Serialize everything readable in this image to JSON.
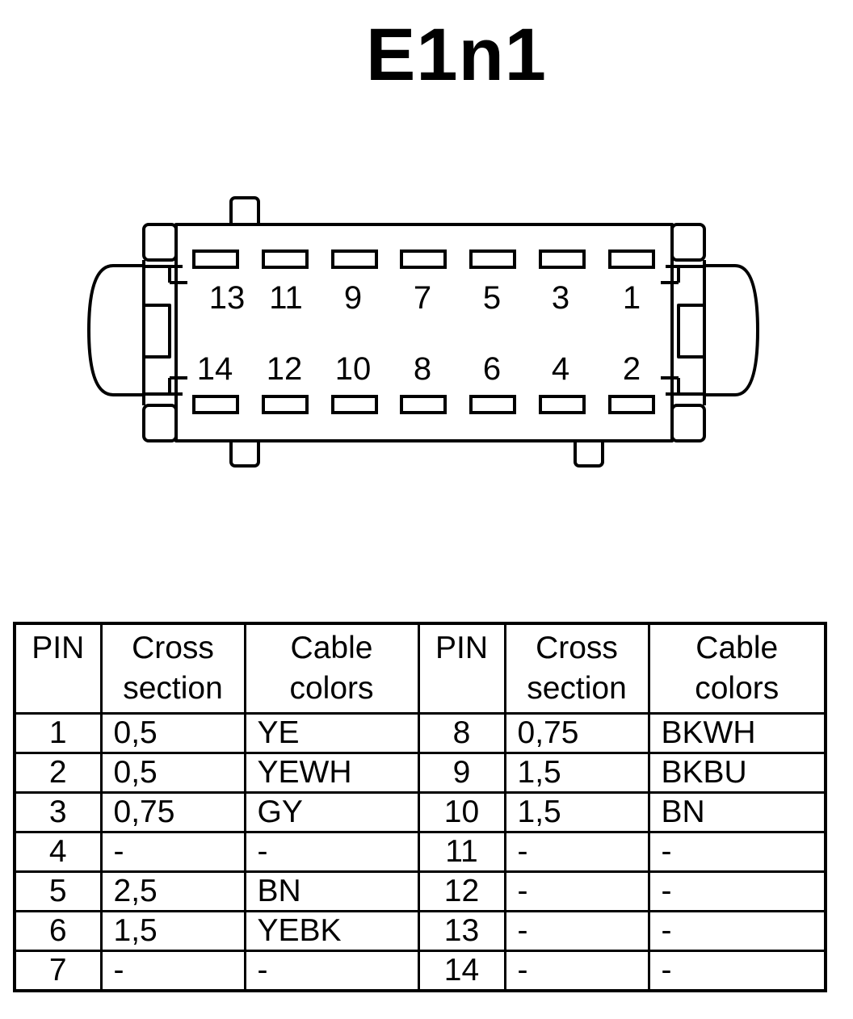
{
  "title": "E1n1",
  "connector": {
    "top_row_pins": [
      "13",
      "11",
      "9",
      "7",
      "5",
      "3",
      "1"
    ],
    "bottom_row_pins": [
      "14",
      "12",
      "10",
      "8",
      "6",
      "4",
      "2"
    ]
  },
  "table": {
    "headers": [
      [
        "PIN"
      ],
      [
        "Cross",
        "section"
      ],
      [
        "Cable",
        "colors"
      ],
      [
        "PIN"
      ],
      [
        "Cross",
        "section"
      ],
      [
        "Cable",
        "colors"
      ]
    ],
    "rows": [
      [
        "1",
        "0,5",
        "YE",
        "8",
        "0,75",
        "BKWH"
      ],
      [
        "2",
        "0,5",
        "YEWH",
        "9",
        "1,5",
        "BKBU"
      ],
      [
        "3",
        "0,75",
        "GY",
        "10",
        "1,5",
        "BN"
      ],
      [
        "4",
        "-",
        "-",
        "11",
        "-",
        "-"
      ],
      [
        "5",
        "2,5",
        "BN",
        "12",
        "-",
        "-"
      ],
      [
        "6",
        "1,5",
        "YEBK",
        "13",
        "-",
        "-"
      ],
      [
        "7",
        "-",
        "-",
        "14",
        "-",
        "-"
      ]
    ]
  }
}
